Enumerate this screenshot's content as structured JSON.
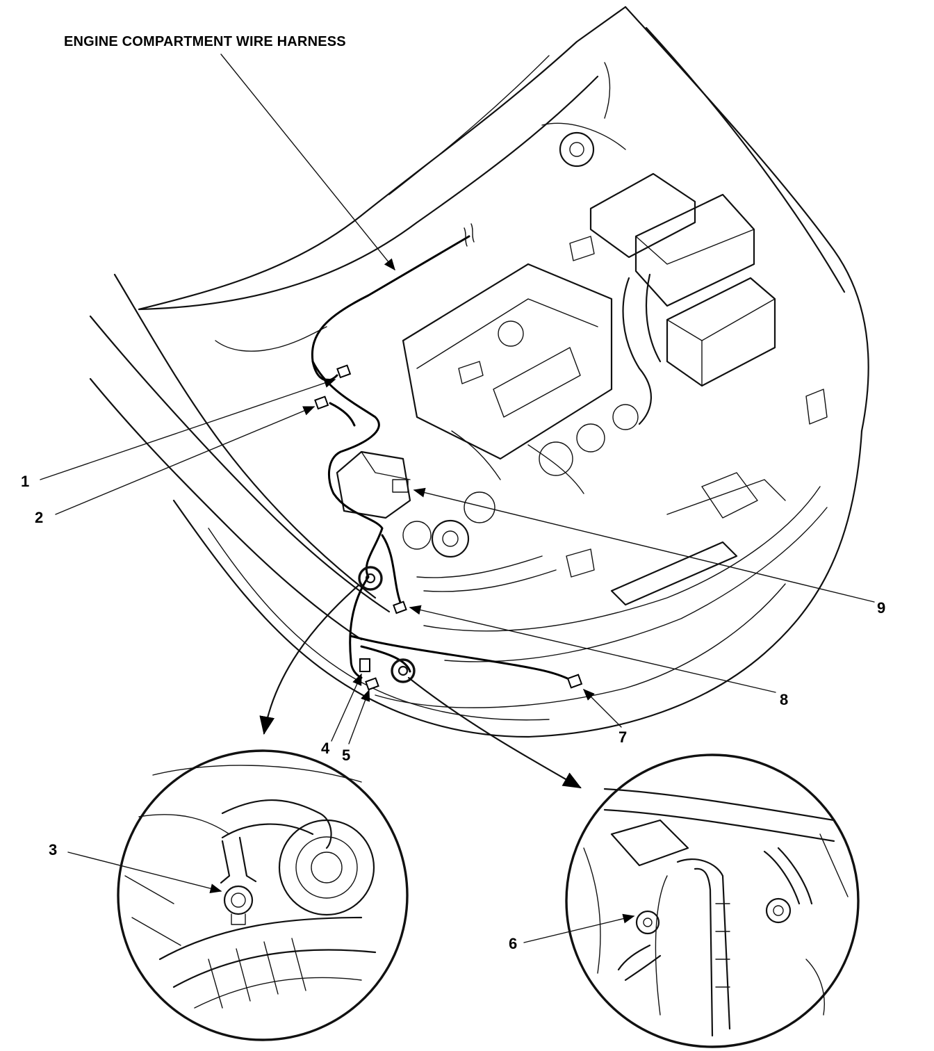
{
  "title": "ENGINE COMPARTMENT WIRE HARNESS",
  "callouts": {
    "c1": "1",
    "c2": "2",
    "c3": "3",
    "c4": "4",
    "c5": "5",
    "c6": "6",
    "c7": "7",
    "c8": "8",
    "c9": "9"
  },
  "colors": {
    "ink": "#111111",
    "paper": "#ffffff"
  }
}
